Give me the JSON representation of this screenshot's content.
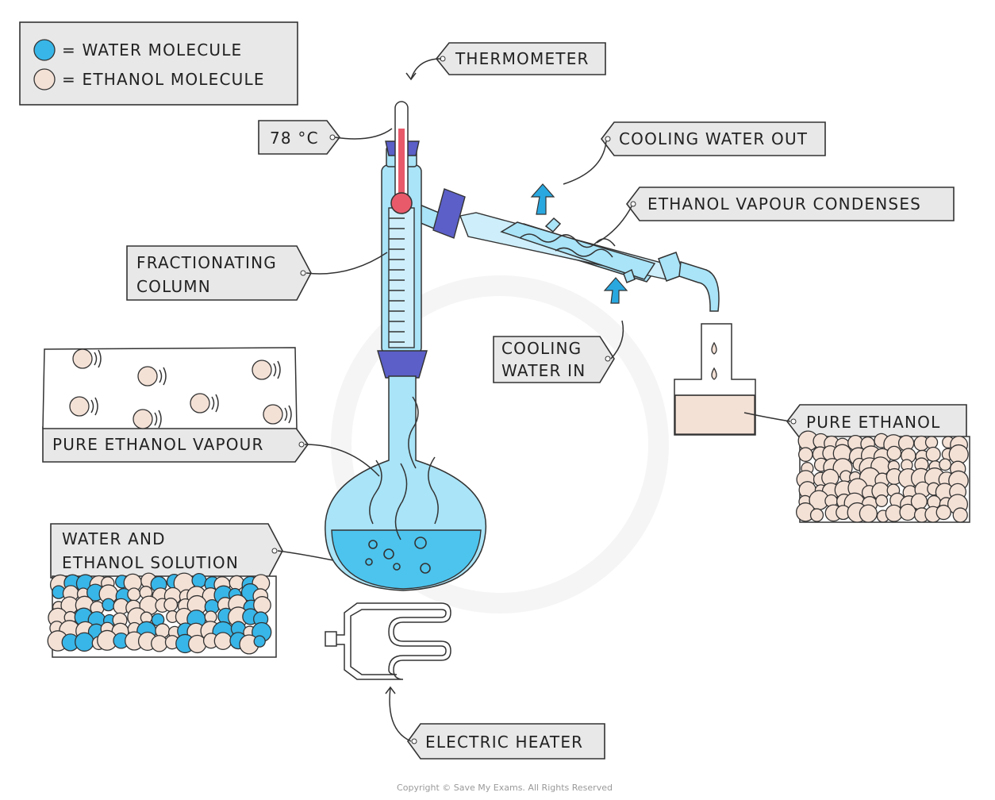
{
  "legend": {
    "water": "= WATER MOLECULE",
    "ethanol": "= ETHANOL MOLECULE"
  },
  "labels": {
    "thermometer": "THERMOMETER",
    "temperature": "78 °C",
    "cooling_water_out": "COOLING WATER OUT",
    "condenses": "ETHANOL VAPOUR CONDENSES",
    "fractionating_1": "FRACTIONATING",
    "fractionating_2": "COLUMN",
    "cooling_water_in_1": "COOLING",
    "cooling_water_in_2": "WATER IN",
    "pure_ethanol": "PURE ETHANOL",
    "pure_ethanol_vapour": "PURE ETHANOL VAPOUR",
    "solution_1": "WATER AND",
    "solution_2": "ETHANOL SOLUTION",
    "electric_heater": "ELECTRIC HEATER"
  },
  "copyright": "Copyright © Save My Exams. All Rights Reserved",
  "colors": {
    "water": "#38b6e8",
    "ethanol": "#f4e1d6",
    "glass": "#a9e4f8",
    "stopper": "#5b5fc7",
    "mercury": "#e85a6a"
  }
}
